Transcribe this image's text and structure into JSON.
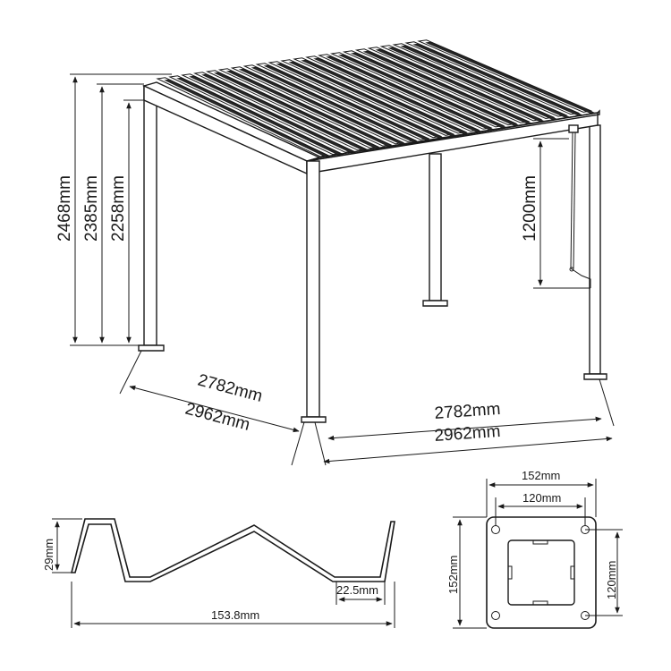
{
  "colors": {
    "line": "#1a1a1a",
    "background": "#ffffff"
  },
  "pergola": {
    "height_total": "2468mm",
    "height_beam": "2385mm",
    "height_clear": "2258mm",
    "louver_height": "1200mm",
    "side_inner": "2782mm",
    "side_outer": "2962mm",
    "front_inner": "2782mm",
    "front_outer": "2962mm"
  },
  "profile": {
    "height": "29mm",
    "inner_width": "22.5mm",
    "total_width": "153.8mm"
  },
  "base_plate": {
    "outer_width": "152mm",
    "inner_width": "120mm",
    "outer_height": "152mm",
    "inner_height": "120mm"
  }
}
